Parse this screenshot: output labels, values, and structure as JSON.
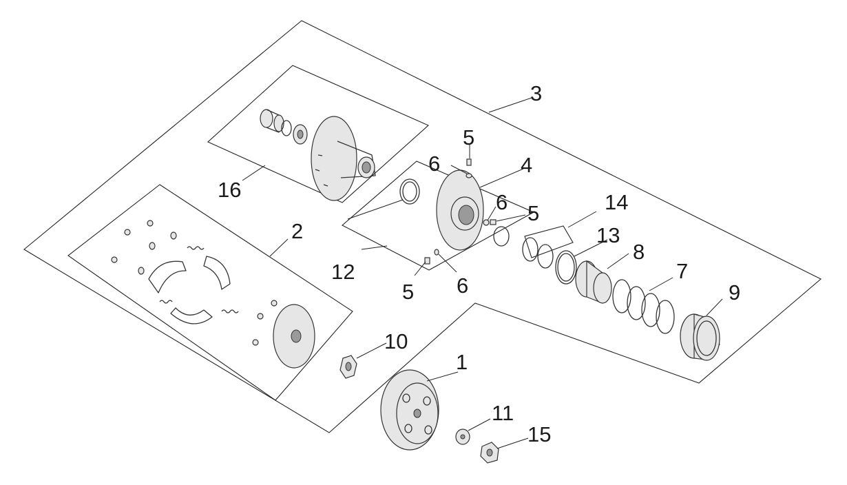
{
  "callouts": {
    "c1": "1",
    "c2": "2",
    "c3": "3",
    "c4": "4",
    "c5a": "5",
    "c5b": "5",
    "c5c": "5",
    "c6a": "6",
    "c6b": "6",
    "c6c": "6",
    "c7": "7",
    "c8": "8",
    "c9": "9",
    "c10": "10",
    "c11": "11",
    "c12": "12",
    "c13": "13",
    "c14": "14",
    "c15": "15",
    "c16": "16"
  }
}
